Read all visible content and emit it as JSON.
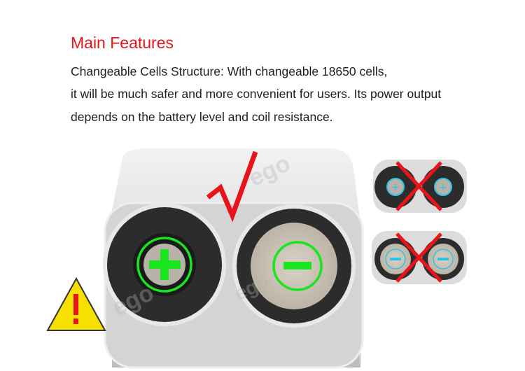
{
  "heading": "Main Features",
  "description": [
    "Changeable Cells Structure: With changeable 18650 cells,",
    "it will be much safer and more convenient for users. Its power output",
    "depends on the battery level and coil resistance."
  ],
  "watermark": "ego",
  "warning_symbol": "!",
  "colors": {
    "accent_red": "#e8141b",
    "correct_green": "#19e61e",
    "wrong_blue": "#2cc4e6"
  }
}
